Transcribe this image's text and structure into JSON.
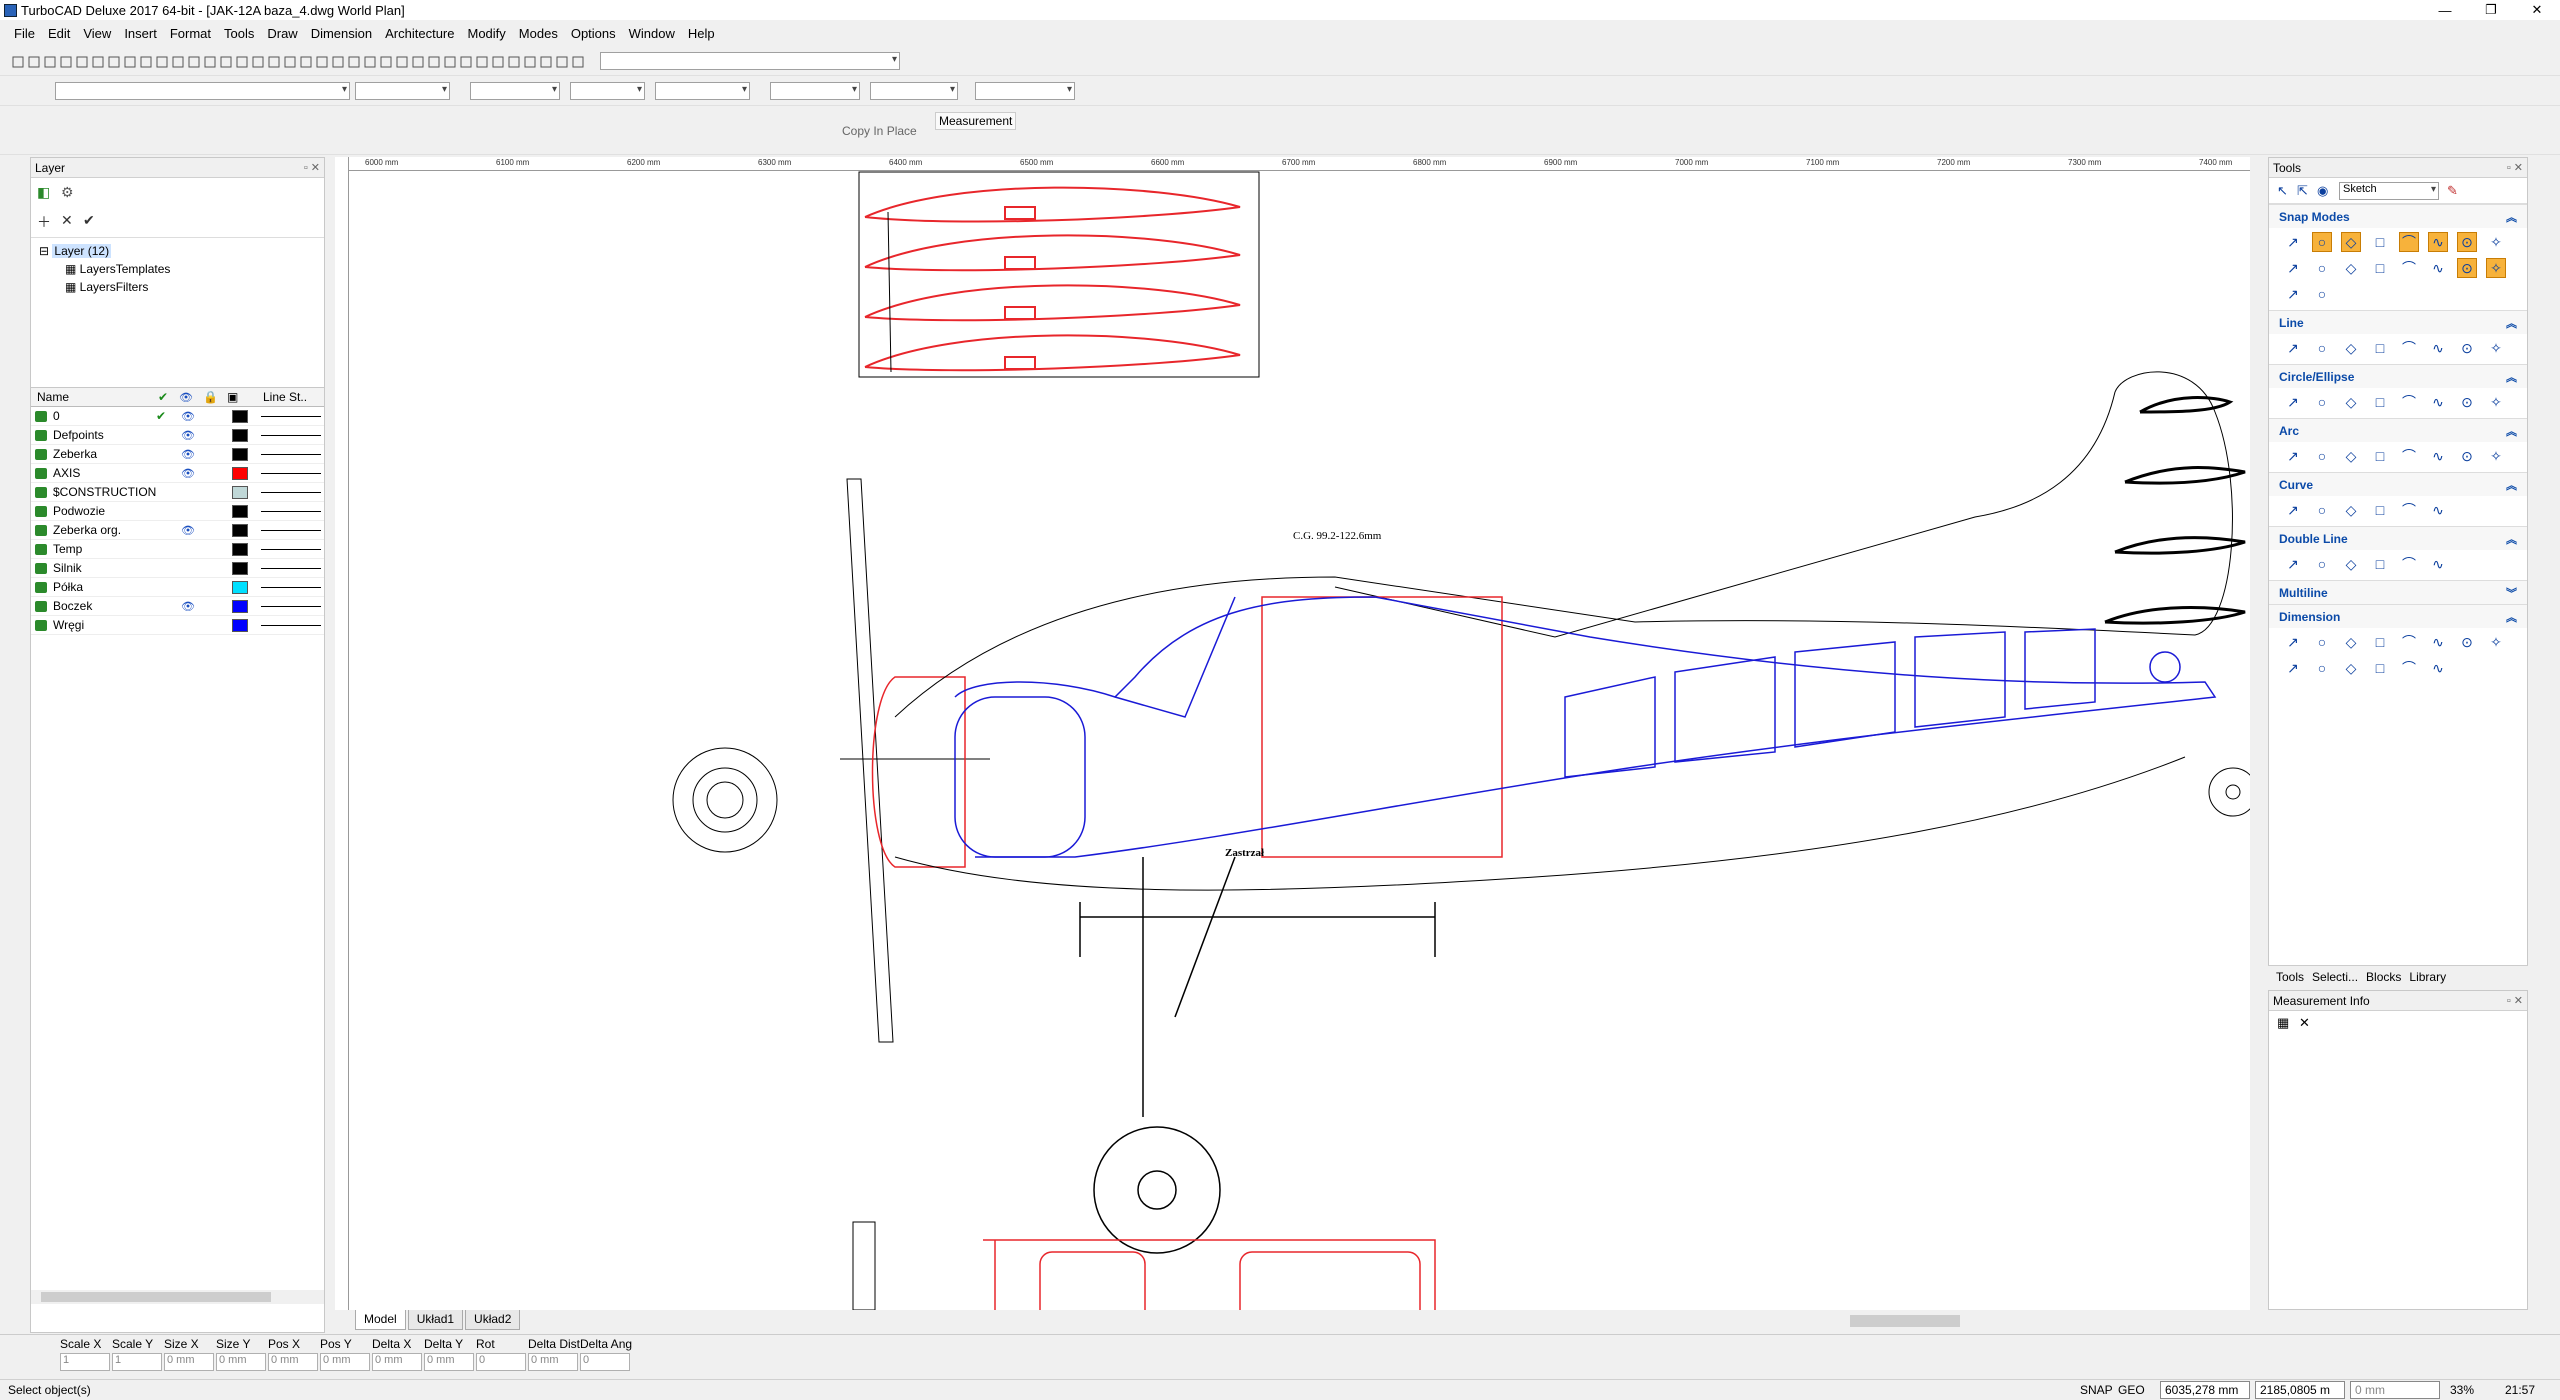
{
  "window": {
    "title": "TurboCAD Deluxe 2017 64-bit - [JAK-12A baza_4.dwg World Plan]",
    "controls": [
      "—",
      "❐",
      "✕"
    ]
  },
  "menu": [
    "File",
    "Edit",
    "View",
    "Insert",
    "Format",
    "Tools",
    "Draw",
    "Dimension",
    "Architecture",
    "Modify",
    "Modes",
    "Options",
    "Window",
    "Help"
  ],
  "toolbar3": {
    "copy_in_place": "Copy In Place",
    "measurement": "Measurement"
  },
  "layer_panel": {
    "title": "Layer",
    "tree": {
      "root": "Layer (12)",
      "children": [
        "LayersTemplates",
        "LayersFilters"
      ]
    },
    "columns": {
      "name": "Name",
      "linestyle": "Line St.."
    },
    "rows": [
      {
        "name": "0",
        "current": true,
        "visible": true,
        "color": "#000000"
      },
      {
        "name": "Defpoints",
        "current": false,
        "visible": true,
        "color": "#000000"
      },
      {
        "name": "Zeberka",
        "current": false,
        "visible": true,
        "color": "#000000"
      },
      {
        "name": "AXIS",
        "current": false,
        "visible": true,
        "color": "#ff0000"
      },
      {
        "name": "$CONSTRUCTION",
        "current": false,
        "visible": false,
        "color": "#c0d8d8"
      },
      {
        "name": "Podwozie",
        "current": false,
        "visible": false,
        "color": "#000000"
      },
      {
        "name": "Zeberka org.",
        "current": false,
        "visible": true,
        "color": "#000000"
      },
      {
        "name": "Temp",
        "current": false,
        "visible": false,
        "color": "#000000"
      },
      {
        "name": "Silnik",
        "current": false,
        "visible": false,
        "color": "#000000"
      },
      {
        "name": "Półka",
        "current": false,
        "visible": false,
        "color": "#00e0ff"
      },
      {
        "name": "Boczek",
        "current": false,
        "visible": true,
        "color": "#0000ff"
      },
      {
        "name": "Wręgi",
        "current": false,
        "visible": false,
        "color": "#0000ff"
      }
    ]
  },
  "drawing": {
    "ruler_top": [
      "6000 mm",
      "6100 mm",
      "6200 mm",
      "6300 mm",
      "6400 mm",
      "6500 mm",
      "6600 mm",
      "6700 mm",
      "6800 mm",
      "6900 mm",
      "7000 mm",
      "7100 mm",
      "7200 mm",
      "7300 mm",
      "7400 mm"
    ],
    "cg_label": "C.G. 99.2-122.6mm",
    "zastrzal": "Zastrzał",
    "model_tabs": [
      "Model",
      "Układ1",
      "Układ2"
    ]
  },
  "tools_panel": {
    "title": "Tools",
    "mode": "Sketch",
    "sections": [
      {
        "name": "Snap Modes"
      },
      {
        "name": "Line"
      },
      {
        "name": "Circle/Ellipse"
      },
      {
        "name": "Arc"
      },
      {
        "name": "Curve"
      },
      {
        "name": "Double Line"
      },
      {
        "name": "Multiline"
      },
      {
        "name": "Dimension"
      }
    ],
    "tabs": [
      "Tools",
      "Selecti...",
      "Blocks",
      "Library"
    ]
  },
  "measurement_info": {
    "title": "Measurement Info"
  },
  "inspector": {
    "fields": [
      "Scale X",
      "Scale Y",
      "Size X",
      "Size Y",
      "Pos X",
      "Pos Y",
      "Delta X",
      "Delta Y",
      "Rot",
      "Delta Dist",
      "Delta Ang"
    ],
    "values": [
      "1",
      "1",
      "0 mm",
      "0 mm",
      "0 mm",
      "0 mm",
      "0 mm",
      "0 mm",
      "0",
      "0 mm",
      "0"
    ]
  },
  "status": {
    "message": "Select object(s)",
    "snap": "SNAP",
    "geo": "GEO",
    "x": "6035,278 mm",
    "y": "2185,0805 m",
    "z": "0 mm",
    "zoom": "33%",
    "time": "21:57"
  },
  "colors": {
    "red": "#e8262b",
    "blue": "#1a1ad6",
    "yellow": "#f0e020",
    "accent": "#0b4aa8",
    "snap_on": "#f7b23b"
  }
}
